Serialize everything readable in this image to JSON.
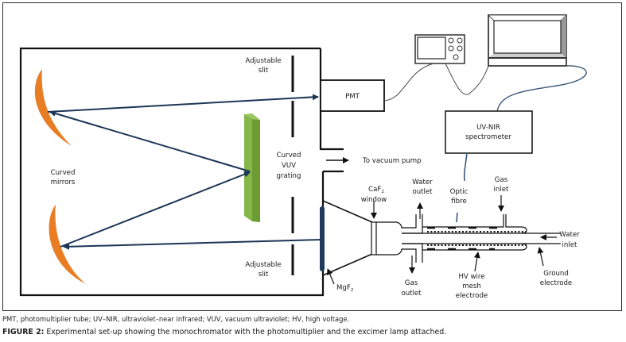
{
  "diagram": {
    "labels": {
      "adjustable_slit_top": [
        "Adjustable",
        "slit"
      ],
      "adjustable_slit_bottom": [
        "Adjustable",
        "slit"
      ],
      "curved_mirrors": [
        "Curved",
        "mirrors"
      ],
      "curved_vuv_grating": [
        "Curved",
        "VUV",
        "grating"
      ],
      "pmt": "PMT",
      "to_vacuum_pump": "To vacuum pump",
      "uv_nir_spectrometer": [
        "UV-NIR",
        "spectrometer"
      ],
      "caf2_window": {
        "main": "CaF",
        "sub": "2",
        "line2": "window"
      },
      "mgf2": {
        "main": "MgF",
        "sub": "2"
      },
      "water_outlet": [
        "Water",
        "outlet"
      ],
      "optic_fibre": [
        "Optic",
        "fibre"
      ],
      "gas_inlet": [
        "Gas",
        "inlet"
      ],
      "water_inlet": [
        "Water",
        "inlet"
      ],
      "gas_outlet": [
        "Gas",
        "outlet"
      ],
      "hv_wire_mesh_electrode": [
        "HV wire",
        "mesh",
        "electrode"
      ],
      "ground_electrode": [
        "Ground",
        "electrode"
      ]
    },
    "components": [
      {
        "name": "curved-mirror-top",
        "color": "#e87d24"
      },
      {
        "name": "curved-mirror-bottom",
        "color": "#e87d24"
      },
      {
        "name": "vuv-grating",
        "color": "#7aaa3c"
      },
      {
        "name": "mgf2-window",
        "color": "#1f3a5c"
      },
      {
        "name": "light-path",
        "color": "#1c3556"
      },
      {
        "name": "oscilloscope",
        "color": "#2b2b2b"
      },
      {
        "name": "computer-monitor",
        "color": "#2b2b2b"
      },
      {
        "name": "optic-fibre-cable",
        "color": "#3b5878"
      }
    ]
  },
  "caption": {
    "abbreviations": "PMT, photomultiplier tube; UV–NIR, ultraviolet–near infrared; VUV, vacuum ultraviolet; HV, high voltage.",
    "figure_label": "FIGURE 2:",
    "figure_text": " Experimental set-up showing the monochromator with the photomultiplier and the excimer lamp attached."
  }
}
